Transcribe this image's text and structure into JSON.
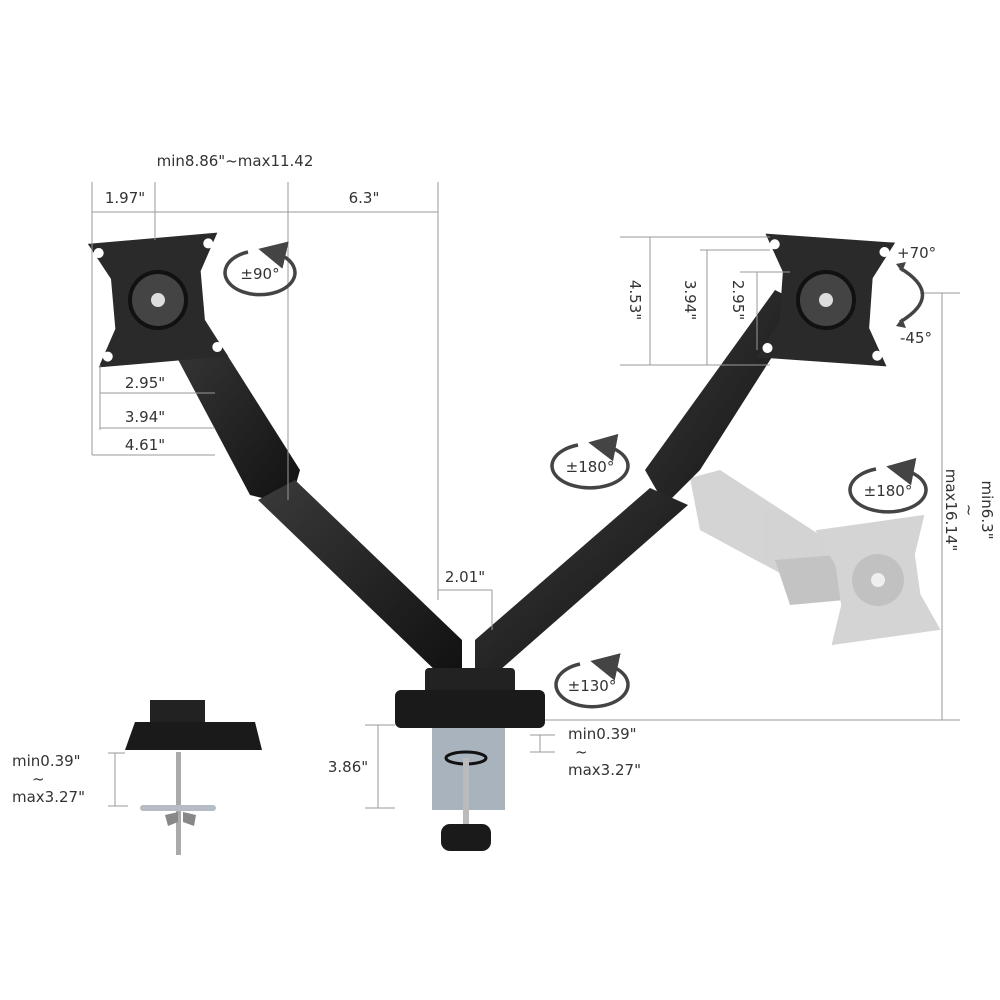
{
  "dimensions": {
    "arm_reach": "min8.86\"~max11.42",
    "left_offset": "1.97\"",
    "arm_length": "6.3\"",
    "left_vesa_small": "2.95\"",
    "left_vesa_mid": "3.94\"",
    "left_vesa_plate": "4.61\"",
    "right_vesa_plate": "4.53\"",
    "right_vesa_mid": "3.94\"",
    "right_vesa_small": "2.95\"",
    "pole_gap": "2.01\"",
    "height_min": "min6.3\"",
    "height_sep": "~",
    "height_max": "max16.14\"",
    "clamp_height": "3.86\"",
    "clamp_thickness_min": "min0.39\"",
    "clamp_thickness_sep": "~",
    "clamp_thickness_max": "max3.27\"",
    "grommet_thickness_min": "min0.39\"",
    "grommet_thickness_sep": "~",
    "grommet_thickness_max": "max3.27\""
  },
  "rotations": {
    "rotate_left": "±90°",
    "swivel_arm": "±180°",
    "swivel_head": "±180°",
    "base_swivel": "±130°",
    "tilt_up": "+70°",
    "tilt_down": "-45°"
  },
  "colors": {
    "arm": "#1e1e1e",
    "ghost": "#c8c8c8",
    "clamp": "#a9b3bd",
    "line": "#9a9a9a"
  }
}
